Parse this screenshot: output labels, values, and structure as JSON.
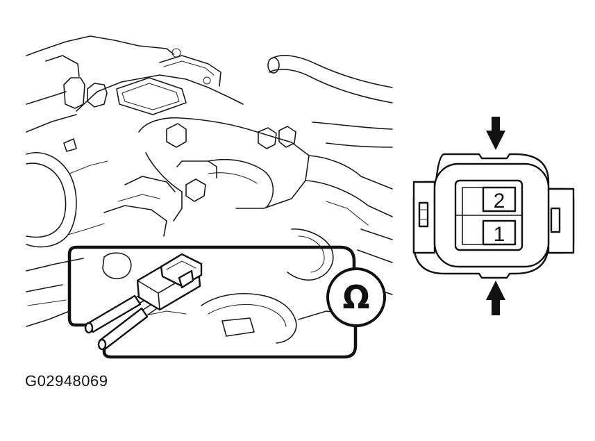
{
  "figure": {
    "id_label": "G02948069"
  },
  "meter": {
    "symbol": "Ω",
    "icon": "ohmmeter-icon"
  },
  "connector": {
    "pins": [
      {
        "label": "2"
      },
      {
        "label": "1"
      }
    ],
    "arrows": [
      "arrow-down-icon",
      "arrow-up-icon"
    ]
  }
}
